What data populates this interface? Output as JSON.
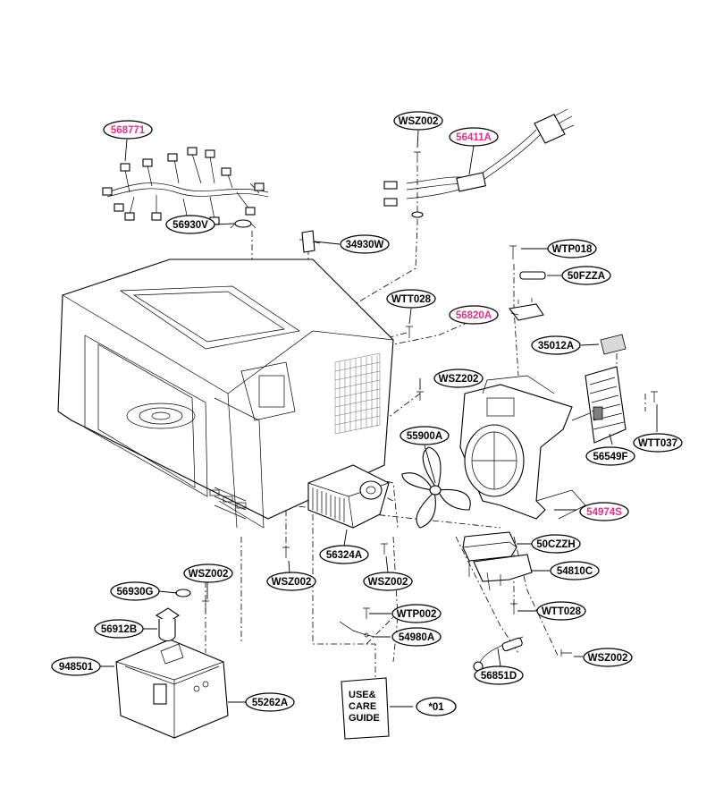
{
  "colors": {
    "line": "#000000",
    "highlight_text": "#e0308a",
    "normal_text": "#000000",
    "background": "#ffffff"
  },
  "labels": [
    {
      "id": "l568771",
      "text": "568771",
      "highlight": true
    },
    {
      "id": "l56930V",
      "text": "56930V",
      "highlight": false
    },
    {
      "id": "l34930W",
      "text": "34930W",
      "highlight": false
    },
    {
      "id": "lWSZ002a",
      "text": "WSZ002",
      "highlight": false
    },
    {
      "id": "l56411A",
      "text": "56411A",
      "highlight": true
    },
    {
      "id": "lWTP018",
      "text": "WTP018",
      "highlight": false
    },
    {
      "id": "l50FZZA",
      "text": "50FZZA",
      "highlight": false
    },
    {
      "id": "lWTT028a",
      "text": "WTT028",
      "highlight": false
    },
    {
      "id": "l56820A",
      "text": "56820A",
      "highlight": true
    },
    {
      "id": "l35012A",
      "text": "35012A",
      "highlight": false
    },
    {
      "id": "lWSZ202",
      "text": "WSZ202",
      "highlight": false
    },
    {
      "id": "l55900A",
      "text": "55900A",
      "highlight": false
    },
    {
      "id": "lWTT037",
      "text": "WTT037",
      "highlight": false
    },
    {
      "id": "l56549F",
      "text": "56549F",
      "highlight": false
    },
    {
      "id": "l54974S",
      "text": "54974S",
      "highlight": true
    },
    {
      "id": "l50CZZH",
      "text": "50CZZH",
      "highlight": false
    },
    {
      "id": "l56324A",
      "text": "56324A",
      "highlight": false
    },
    {
      "id": "lWSZ002b",
      "text": "WSZ002",
      "highlight": false
    },
    {
      "id": "lWSZ002c",
      "text": "WSZ002",
      "highlight": false
    },
    {
      "id": "l54810C",
      "text": "54810C",
      "highlight": false
    },
    {
      "id": "lWSZ002d",
      "text": "WSZ002",
      "highlight": false
    },
    {
      "id": "l56930G",
      "text": "56930G",
      "highlight": false
    },
    {
      "id": "lWTP002",
      "text": "WTP002",
      "highlight": false
    },
    {
      "id": "lWTT028b",
      "text": "WTT028",
      "highlight": false
    },
    {
      "id": "l56912B",
      "text": "56912B",
      "highlight": false
    },
    {
      "id": "l54980A",
      "text": "54980A",
      "highlight": false
    },
    {
      "id": "l948501",
      "text": "948501",
      "highlight": false
    },
    {
      "id": "lWSZ002e",
      "text": "WSZ002",
      "highlight": false
    },
    {
      "id": "l55262A",
      "text": "55262A",
      "highlight": false
    },
    {
      "id": "l56851D",
      "text": "56851D",
      "highlight": false
    },
    {
      "id": "l01",
      "text": "*01",
      "highlight": false
    }
  ],
  "guide": {
    "line1": "USE&",
    "line2": "CARE",
    "line3": "GUIDE"
  }
}
